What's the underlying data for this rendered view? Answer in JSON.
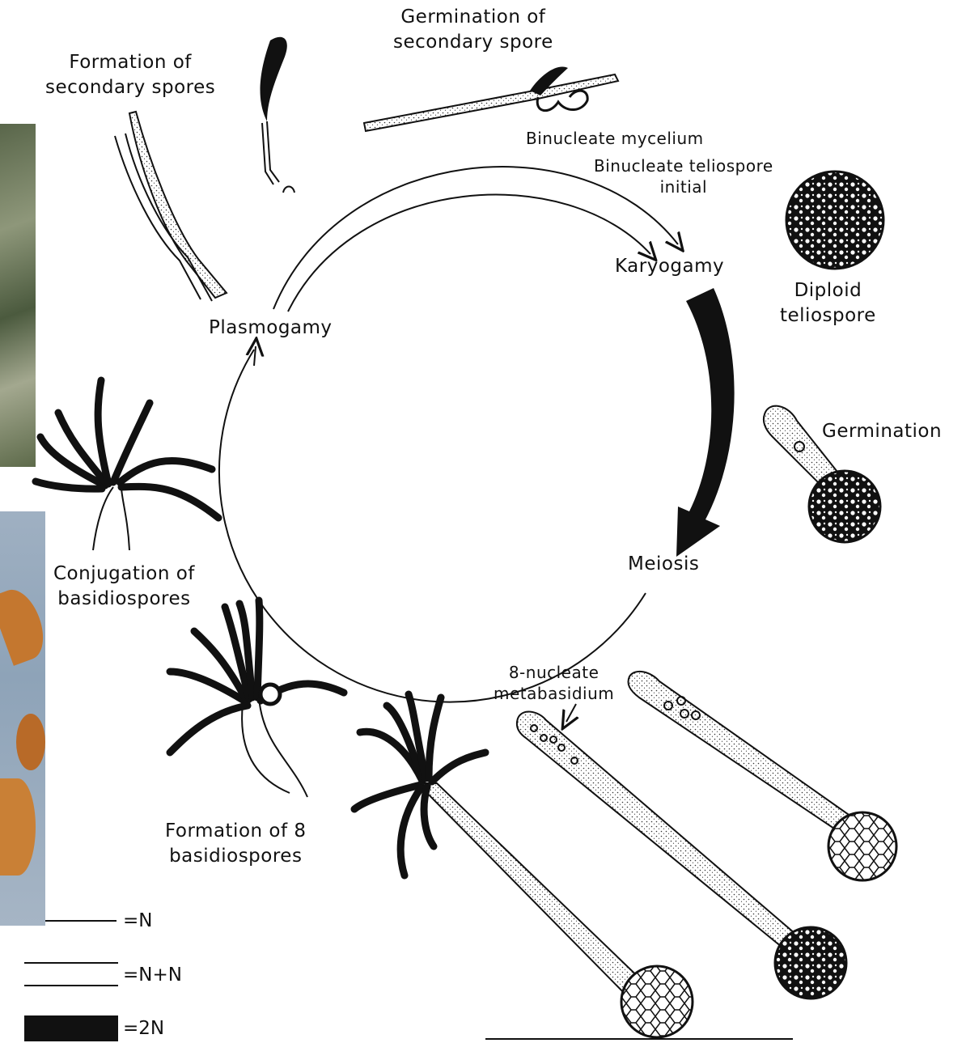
{
  "labels": {
    "formation_secondary_spores": [
      "Formation of",
      "secondary spores"
    ],
    "germination_secondary_spore": [
      "Germination of",
      "secondary spore"
    ],
    "binucleate_mycelium": "Binucleate mycelium",
    "binucleate_teliospore_initial": [
      "Binucleate teliospore",
      "initial"
    ],
    "karyogamy": "Karyogamy",
    "diploid_teliospore": [
      "Diploid",
      "teliospore"
    ],
    "germination": "Germination",
    "meiosis": "Meiosis",
    "eight_nucleate_metabasidium": [
      "8-nucleate",
      "metabasidium"
    ],
    "formation_8_basidiospores": [
      "Formation of 8",
      "basidiospores"
    ],
    "conjugation_basidiospores": [
      "Conjugation of",
      "basidiospores"
    ],
    "plasmogamy": "Plasmogamy"
  },
  "legend": [
    {
      "symbol": "single-line",
      "label": "=N"
    },
    {
      "symbol": "double-line",
      "label": "=N+N"
    },
    {
      "symbol": "solid-bar",
      "label": "=2N"
    }
  ],
  "colors": {
    "ink": "#111111",
    "photo_green": "#6f7c5e",
    "photo_blue": "#8ea3b8",
    "photo_orange": "#c4772f"
  }
}
